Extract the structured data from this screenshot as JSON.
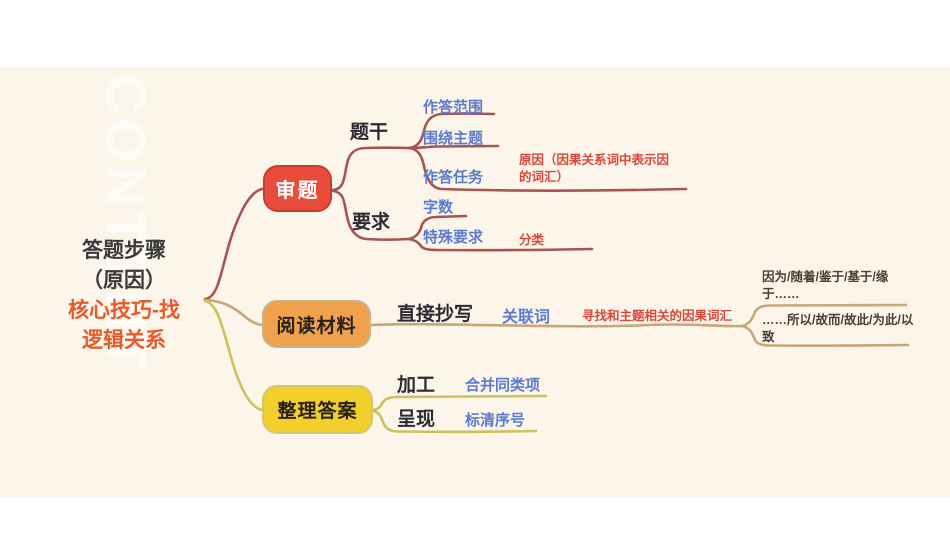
{
  "watermark": "CONTENT",
  "root": {
    "line1": "答题步骤",
    "line2": "（原因）",
    "line3": "核心技巧-找",
    "line4": "逻辑关系"
  },
  "shenti": {
    "label": "审题",
    "tigan": {
      "label": "题干",
      "zuoda_fanwei": "作答范围",
      "weirao_zhuti": "围绕主题",
      "zuoda_renwu": "作答任务",
      "zuoda_renwu_note": "原因（因果关系词中表示因的词汇）"
    },
    "yaoqiu": {
      "label": "要求",
      "zishu": "字数",
      "teshu_yaoqiu": "特殊要求",
      "teshu_note": "分类"
    }
  },
  "yuedu": {
    "label": "阅读材料",
    "zhijie_chaoxie": "直接抄写",
    "guanlianci": "关联词",
    "note": "寻找和主题相关的因果词汇",
    "cause_words": "因为/随着/鉴于/基于/缘于……",
    "effect_words": "……所以/故而/故此/为此/以致"
  },
  "zhengli": {
    "label": "整理答案",
    "jiagong": "加工",
    "jiagong_note": "合并同类项",
    "chengxian": "呈现",
    "chengxian_note": "标清序号"
  },
  "colors": {
    "background": "#FCF6EA",
    "shenti_box": "#E94B3C",
    "yuedu_box": "#F0A14C",
    "zhengli_box": "#F3CF2B",
    "branch1_line": "#A65552",
    "branch2_line": "#C7A67A",
    "branch3_line": "#CDC05E",
    "blue_text": "#5C7ACE",
    "red_text": "#D8473B",
    "dark_text": "#2B2A33",
    "brown_text": "#4D3E30",
    "root_black": "#3B3B3B",
    "root_red": "#E55B2D"
  }
}
